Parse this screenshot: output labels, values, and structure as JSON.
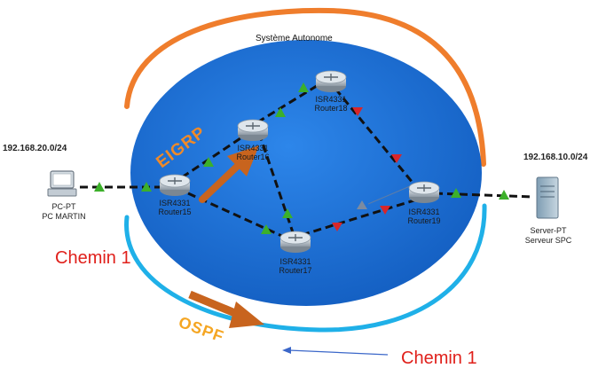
{
  "diagram": {
    "title": "Système Autonome",
    "subnet_left": "192.168.20.0/24",
    "subnet_right": "192.168.10.0/24",
    "protocol_top": "EIGRP",
    "protocol_bottom": "OSPF",
    "path_left": "Chemin 1",
    "path_bottom": "Chemin 1",
    "pc": {
      "type": "PC-PT",
      "name": "PC MARTIN"
    },
    "server": {
      "type": "Server-PT",
      "name": "Serveur SPC"
    },
    "routers": [
      {
        "model": "ISR4331",
        "name": "Router15"
      },
      {
        "model": "ISR4331",
        "name": "Router16"
      },
      {
        "model": "ISR4331",
        "name": "Router18"
      },
      {
        "model": "ISR4331",
        "name": "Router17"
      },
      {
        "model": "ISR4331",
        "name": "Router19"
      }
    ],
    "colors": {
      "as_fill": "#1e73d8",
      "eigrp_arc": "#ef7d2c",
      "ospf_arc": "#1fb0e8",
      "arrow": "#c8641e",
      "link_up": "#3cb02a",
      "link_down": "#d8262a",
      "path_label": "#e0201b"
    }
  }
}
